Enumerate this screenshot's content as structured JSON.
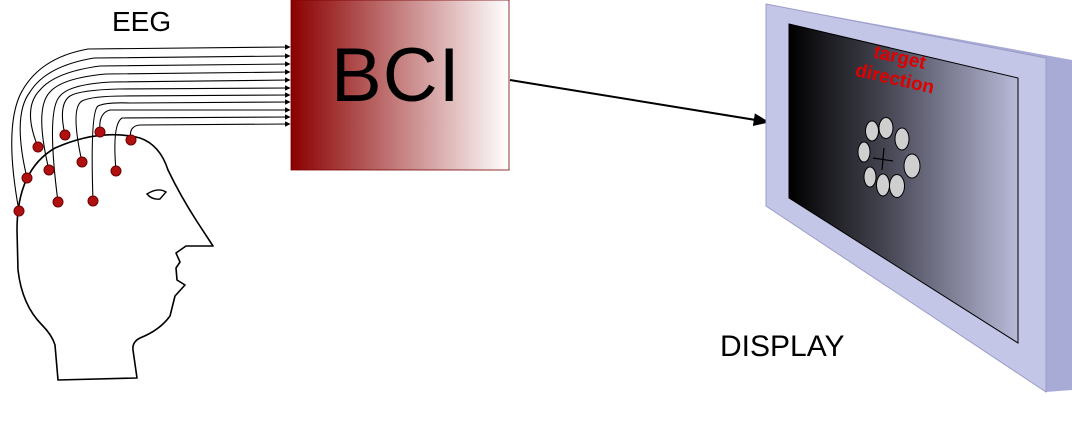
{
  "labels": {
    "eeg": "EEG",
    "bci": "BCI",
    "display": "DISPLAY",
    "target_line1": "target",
    "target_line2": "direction"
  },
  "colors": {
    "electrode": "#b01010",
    "bci_dark": "#8b0000",
    "bci_light": "#ffffff",
    "monitor_frame": "#c4c6e8",
    "monitor_side": "#a8abd6",
    "screen_dark": "#000000",
    "screen_light": "#b8bad8",
    "target_text": "#e00000",
    "ellipse_fill": "#cfcfcf"
  },
  "icons": {
    "head": "head-profile-icon",
    "arrow": "signal-arrow-icon",
    "stimulus": "ring-of-ellipses-icon"
  }
}
